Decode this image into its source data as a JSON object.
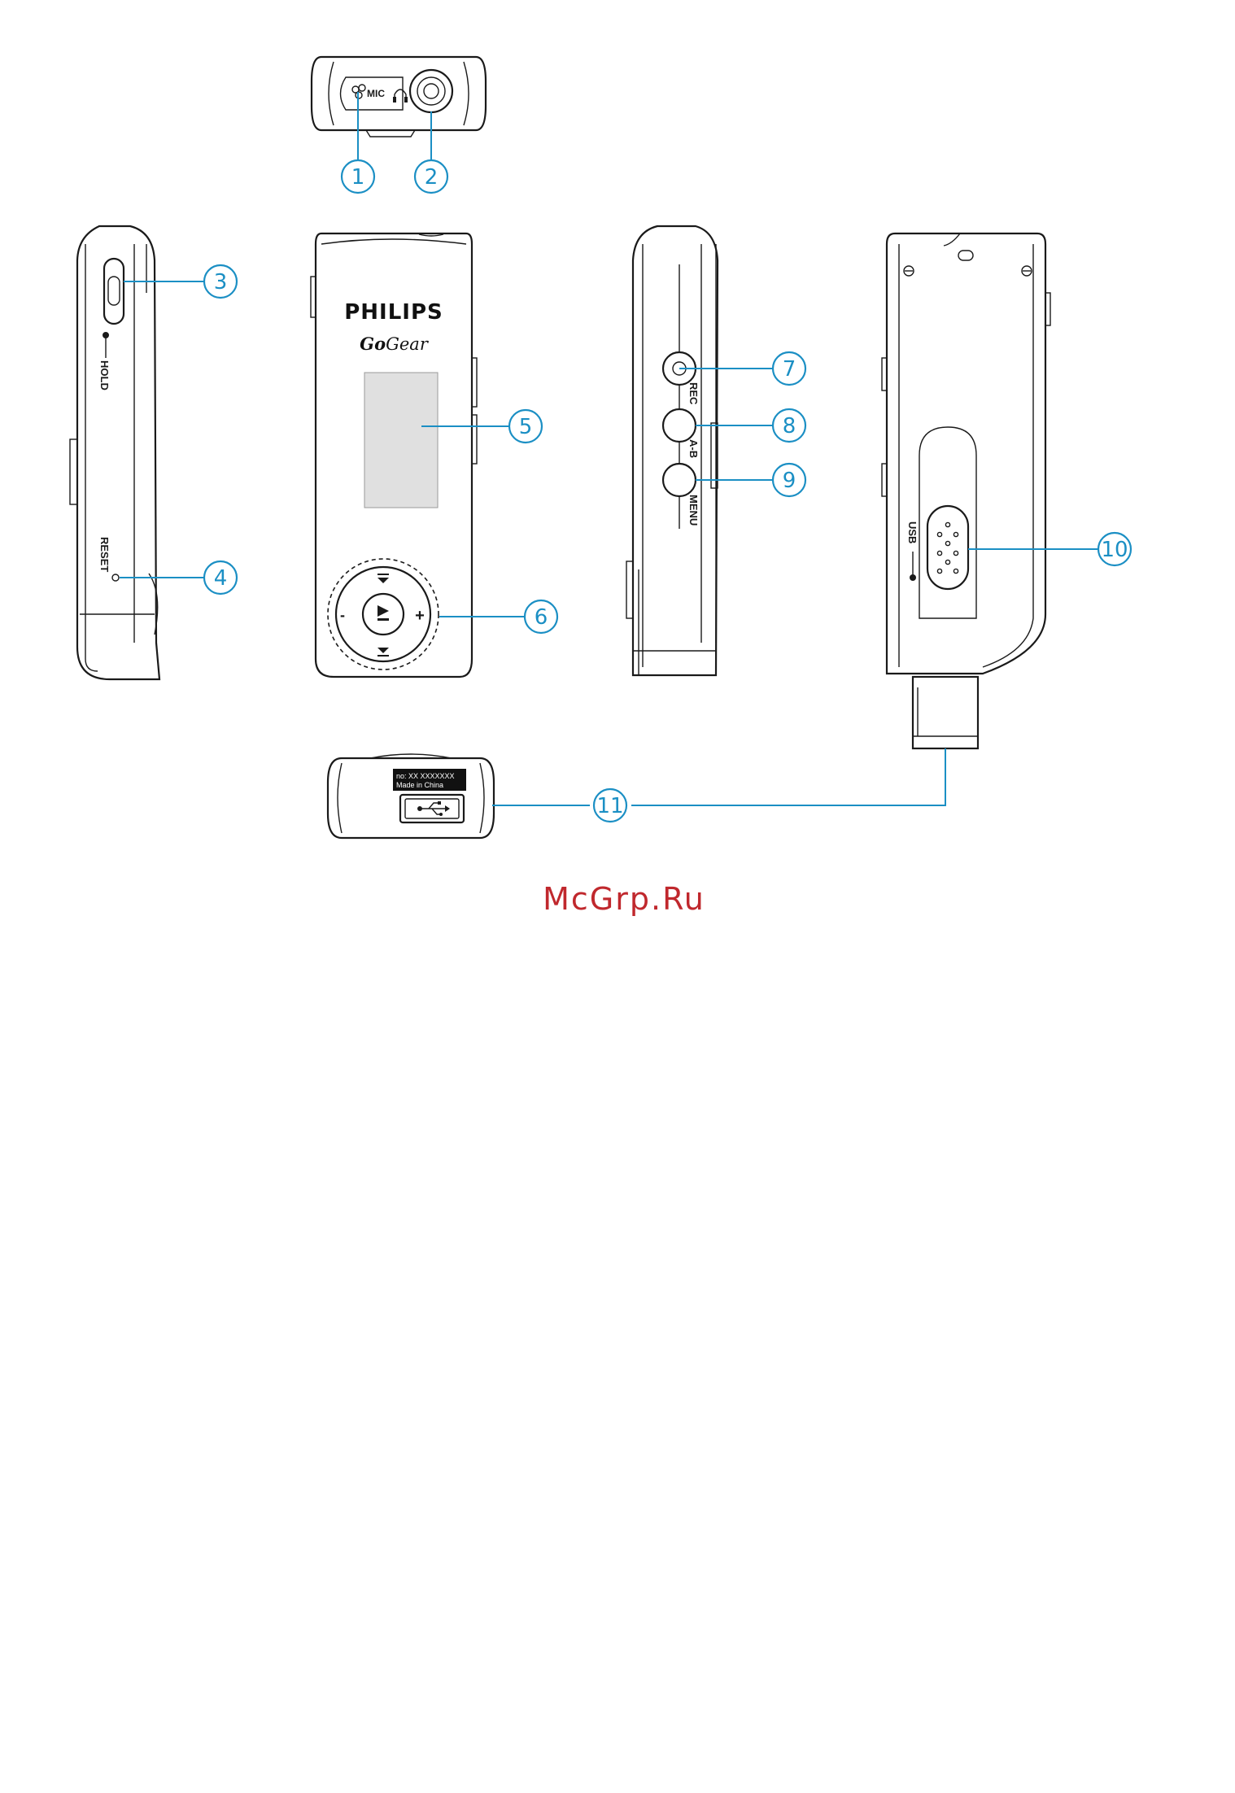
{
  "labels": {
    "mic": "MIC",
    "hold": "HOLD",
    "reset": "RESET",
    "rec": "REC",
    "ab": "A-B",
    "menu": "MENU",
    "usb": "USB",
    "brand": "PHILIPS",
    "product_go": "Go",
    "product_gear": "Gear",
    "model_no": "no: XX XXXXXXX",
    "made_in": "Made in China",
    "minus": "-",
    "plus": "+"
  },
  "callouts": [
    "1",
    "2",
    "3",
    "4",
    "5",
    "6",
    "7",
    "8",
    "9",
    "10",
    "11"
  ],
  "watermark": "McGrp.Ru",
  "colors": {
    "callout": "#1b8fc4",
    "outline": "#1a1a1a",
    "screen": "#e0e0e0",
    "watermark": "#c0282d"
  }
}
